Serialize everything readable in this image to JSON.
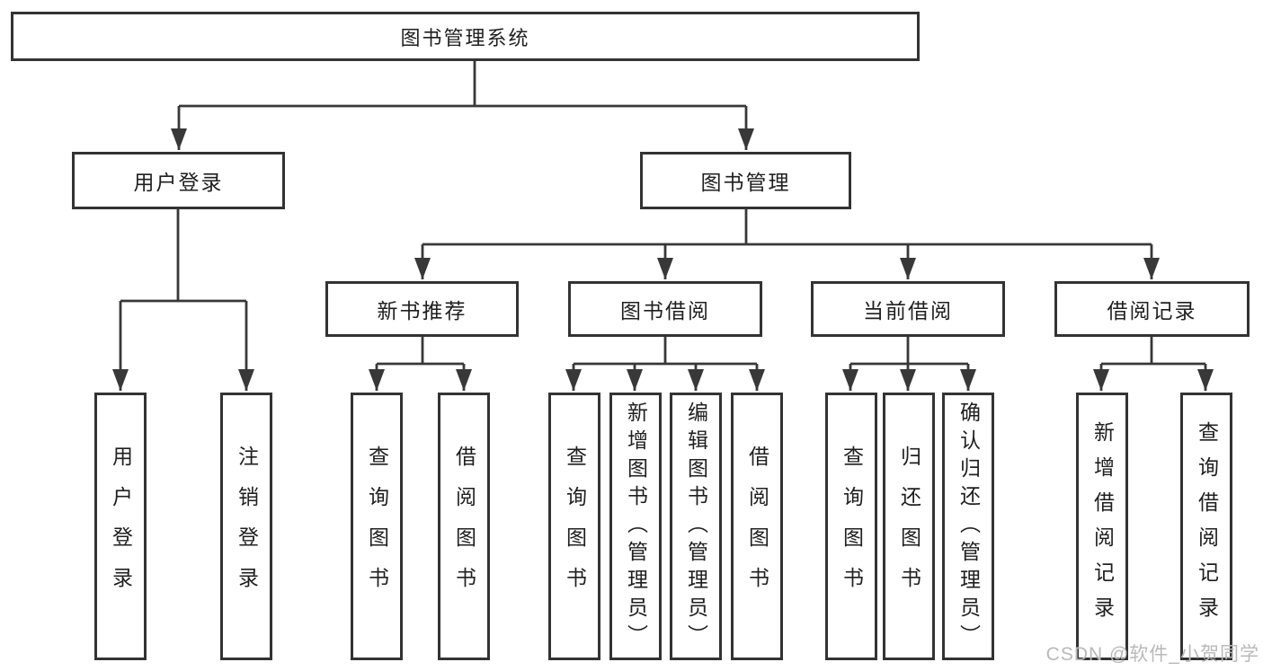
{
  "tree": {
    "root": "图书管理系统",
    "user_login": "用户登录",
    "book_management": "图书管理",
    "new_book_recommend": "新书推荐",
    "book_borrow": "图书借阅",
    "current_borrow": "当前借阅",
    "borrow_records": "借阅记录",
    "leaves": [
      "用户登录",
      "注销登录",
      "查询图书",
      "借阅图书",
      "查询图书",
      "新增图书（管理员）",
      "编辑图书（管理员）",
      "借阅图书",
      "查询图书",
      "归还图书",
      "确认归还（管理员）",
      "新增借阅记录",
      "查询借阅记录"
    ]
  },
  "watermark": "CSDN @软件_小贺同学",
  "colors": {
    "line": "#383838",
    "border": "#333333",
    "text": "#1f1f1f",
    "watermark": "#b9b9b9",
    "background": "#ffffff"
  }
}
